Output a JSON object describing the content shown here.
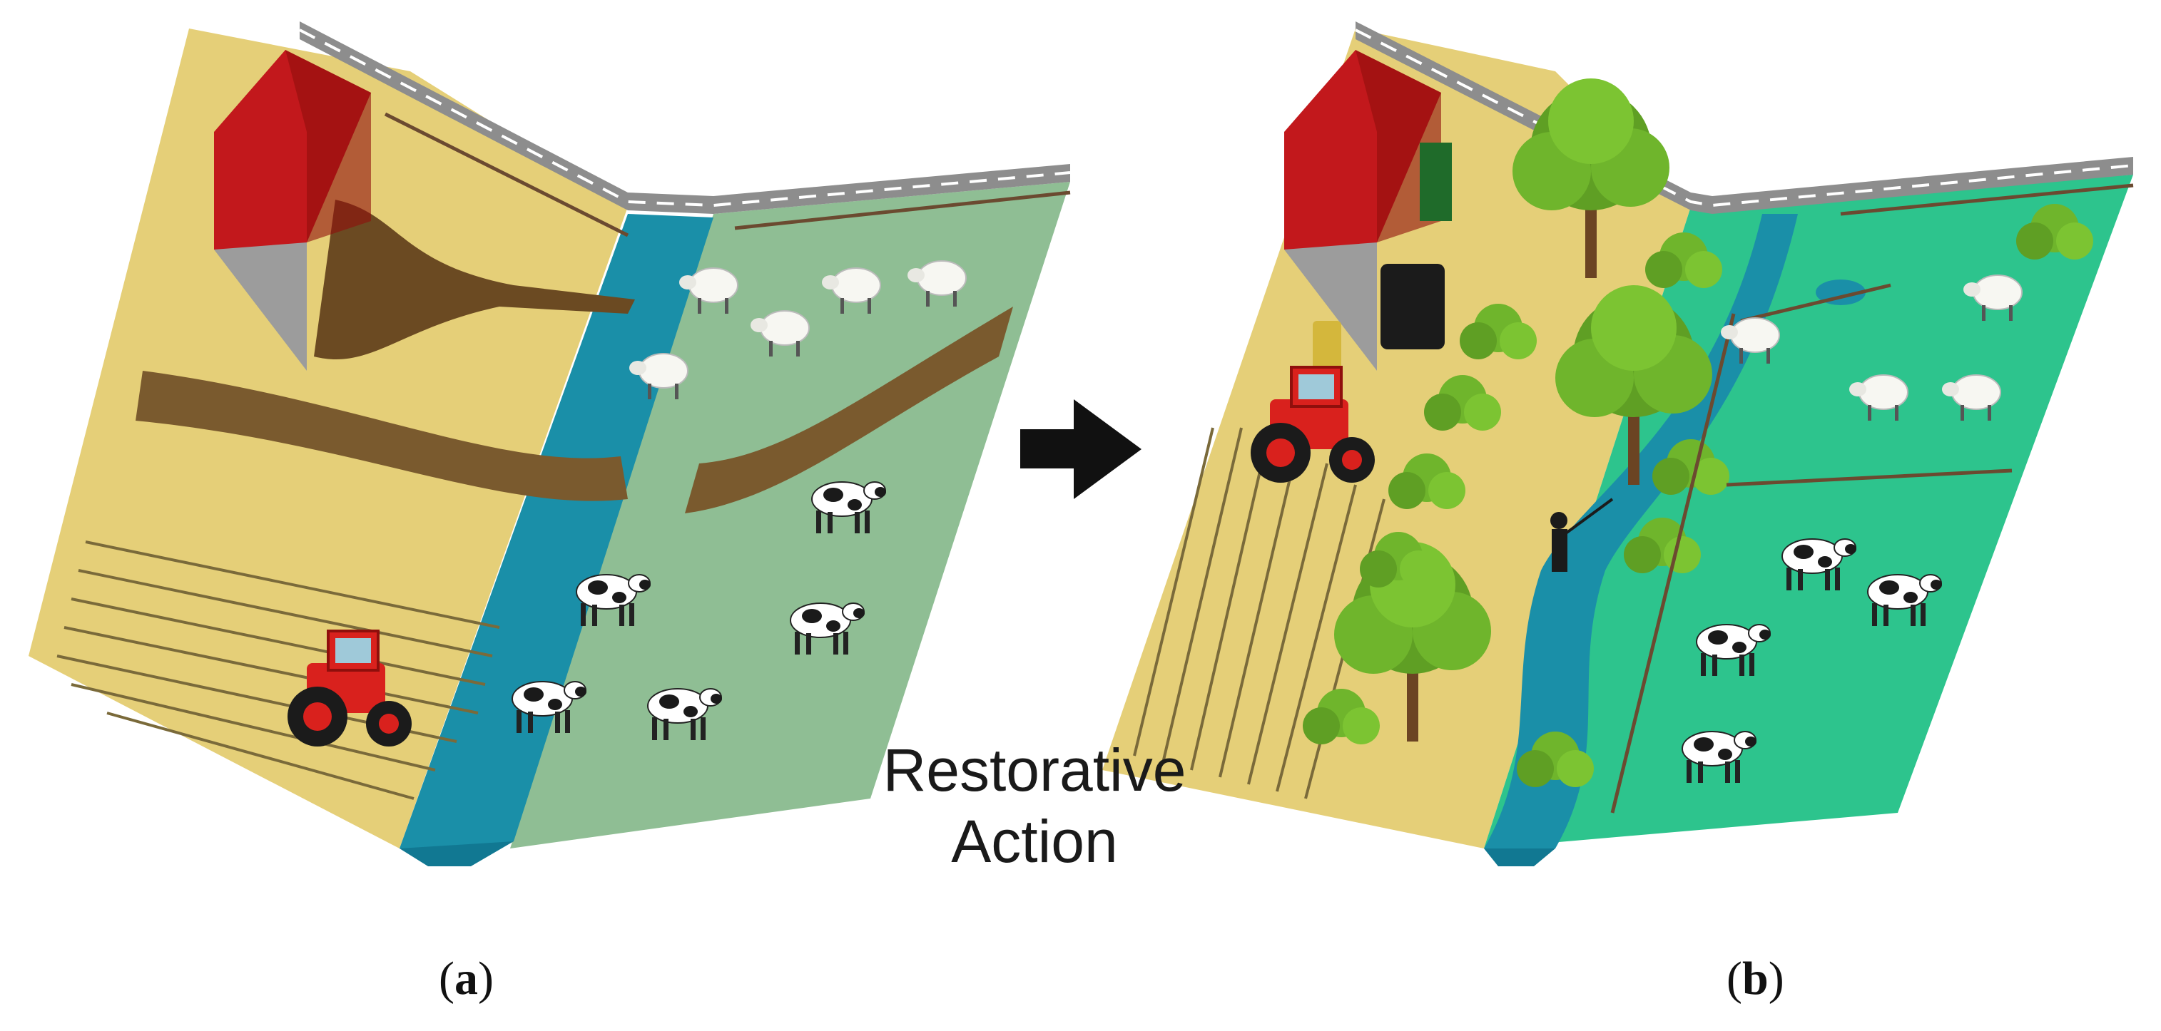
{
  "figure": {
    "arrow_label_line1": "Restorative",
    "arrow_label_line2": "Action",
    "panel_a": {
      "letter": "a"
    },
    "panel_b": {
      "letter": "b"
    }
  },
  "colors": {
    "arable": "#e5cf78",
    "pasture_before": "#8fbe94",
    "pasture_after": "#2dc48d",
    "river": "#1a8fa8",
    "river_dark": "#117892",
    "track": "#7a5a2e",
    "barn_roof": "#c2181c",
    "barn_wall": "#9c9c9c",
    "tree": "#6fb52c",
    "tractor": "#d9211d",
    "road": "#8d8d8d"
  },
  "icons": [
    "barn-icon",
    "tractor-icon",
    "cow-icon",
    "sheep-icon",
    "tree-icon",
    "fence-icon",
    "angler-icon",
    "storage-tank-icon",
    "hay-bale-icon",
    "trough-icon",
    "arrow-right-icon"
  ]
}
